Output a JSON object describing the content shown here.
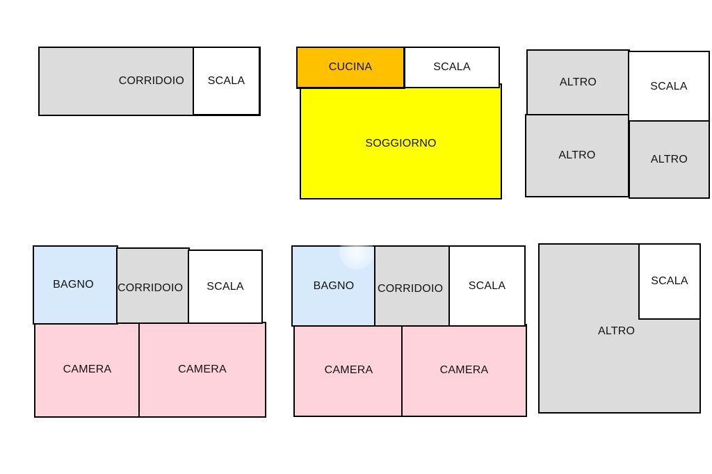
{
  "floors": [
    {
      "rooms": [
        {
          "label": "CORRIDOIO",
          "type": "gray"
        },
        {
          "label": "SCALA",
          "type": "white"
        }
      ]
    },
    {
      "rooms": [
        {
          "label": "CUCINA",
          "type": "orange"
        },
        {
          "label": "SCALA",
          "type": "white"
        },
        {
          "label": "SOGGIORNO",
          "type": "yellow"
        }
      ]
    },
    {
      "rooms": [
        {
          "label": "ALTRO",
          "type": "gray"
        },
        {
          "label": "SCALA",
          "type": "white"
        },
        {
          "label": "ALTRO",
          "type": "gray"
        },
        {
          "label": "ALTRO",
          "type": "gray"
        }
      ]
    },
    {
      "rooms": [
        {
          "label": "BAGNO",
          "type": "blue"
        },
        {
          "label": "CORRIDOIO",
          "type": "gray"
        },
        {
          "label": "SCALA",
          "type": "white"
        },
        {
          "label": "CAMERA",
          "type": "pink"
        },
        {
          "label": "CAMERA",
          "type": "pink"
        }
      ]
    },
    {
      "rooms": [
        {
          "label": "BAGNO",
          "type": "blue"
        },
        {
          "label": "CORRIDOIO",
          "type": "gray"
        },
        {
          "label": "SCALA",
          "type": "white"
        },
        {
          "label": "CAMERA",
          "type": "pink"
        },
        {
          "label": "CAMERA",
          "type": "pink"
        }
      ]
    },
    {
      "rooms": [
        {
          "label": "ALTRO",
          "type": "gray"
        },
        {
          "label": "SCALA",
          "type": "white"
        }
      ]
    }
  ],
  "colors": {
    "gray": "#dcdcdc",
    "white": "#ffffff",
    "yellow": "#ffff00",
    "orange": "#ffc000",
    "blue": "#d6eafc",
    "pink": "#ffd3dc"
  }
}
